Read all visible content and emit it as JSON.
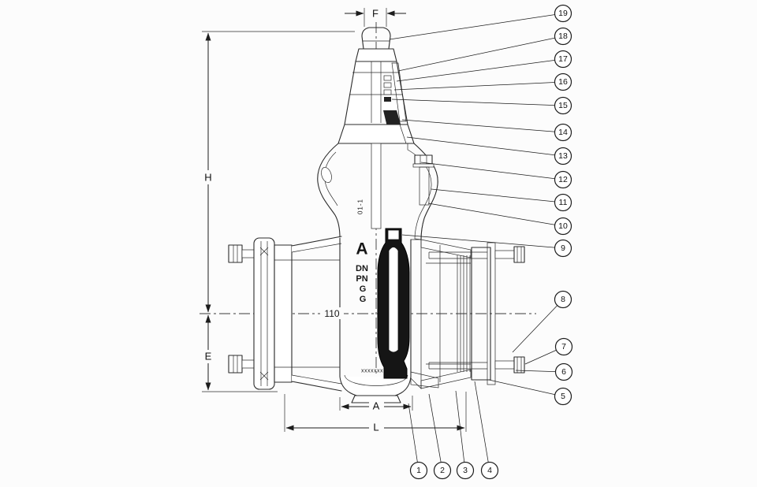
{
  "figure": {
    "dimensions": {
      "F": "F",
      "H": "H",
      "E": "E",
      "A": "A",
      "L": "L",
      "size": "110"
    },
    "markings": {
      "logo": "A",
      "dn": "DN",
      "pn": "PN",
      "g1": "G",
      "g2": "G",
      "serial": "xxxxxxx",
      "cast_code": "01-1"
    },
    "callouts": {
      "c1": "1",
      "c2": "2",
      "c3": "3",
      "c4": "4",
      "c5": "5",
      "c6": "6",
      "c7": "7",
      "c8": "8",
      "c9": "9",
      "c10": "10",
      "c11": "11",
      "c12": "12",
      "c13": "13",
      "c14": "14",
      "c15": "15",
      "c16": "16",
      "c17": "17",
      "c18": "18",
      "c19": "19"
    }
  }
}
